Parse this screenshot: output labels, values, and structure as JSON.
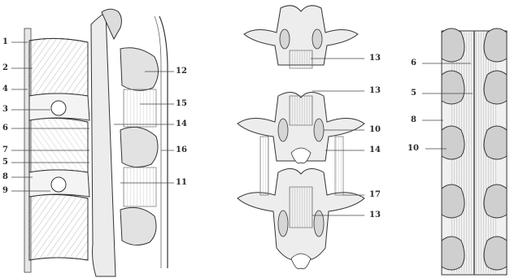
{
  "diagram": {
    "left_labels": [
      "1",
      "2",
      "4",
      "3",
      "6",
      "7",
      "5",
      "8",
      "9",
      "12",
      "15",
      "14",
      "16",
      "11"
    ],
    "middle_labels": [
      "13",
      "13",
      "10",
      "14",
      "17",
      "13"
    ],
    "right_labels": [
      "6",
      "5",
      "8",
      "10"
    ]
  }
}
